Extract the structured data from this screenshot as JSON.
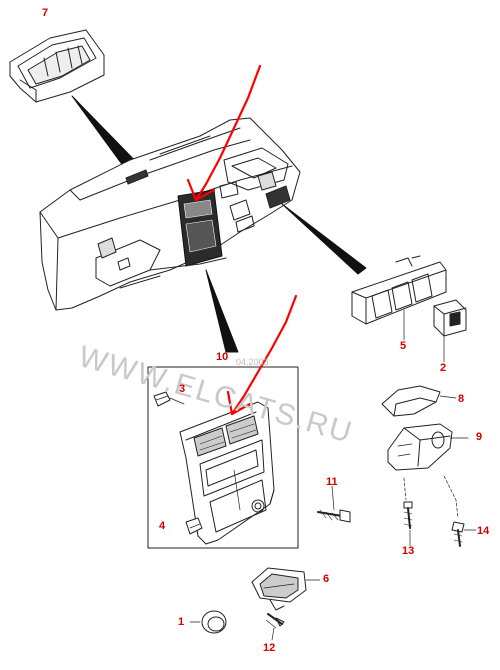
{
  "watermark": {
    "text": "WWW.ELCATS.RU",
    "small_text": "04.2003"
  },
  "callouts": [
    {
      "number": "7"
    },
    {
      "number": "10"
    },
    {
      "number": "3"
    },
    {
      "number": "8"
    },
    {
      "number": "9"
    },
    {
      "number": "5"
    },
    {
      "number": "2"
    },
    {
      "number": "11"
    },
    {
      "number": "4"
    },
    {
      "number": "14"
    },
    {
      "number": "13"
    },
    {
      "number": "6"
    },
    {
      "number": "1"
    },
    {
      "number": "12"
    }
  ],
  "colors": {
    "line": "#222222",
    "callout": "#d40000",
    "annotation": "#ff0000",
    "watermark": "#c9c9c9"
  }
}
